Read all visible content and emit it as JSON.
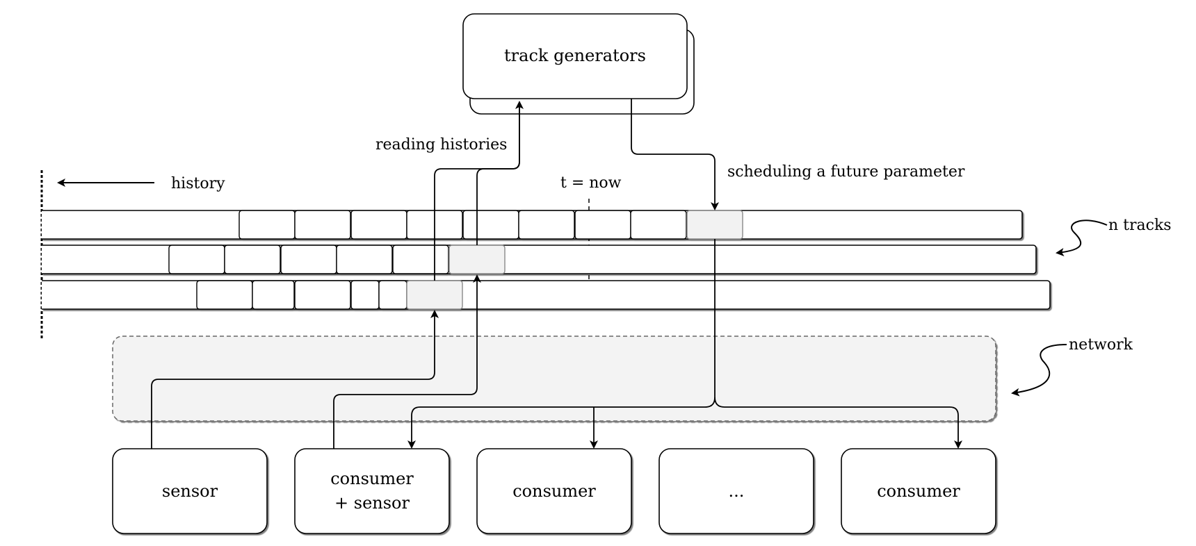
{
  "nodes": {
    "generators": "track generators",
    "sensor": "sensor",
    "consumer_sensor_line1": "consumer",
    "consumer_sensor_line2": "+ sensor",
    "consumer_a": "consumer",
    "ellipsis": "...",
    "consumer_b": "consumer"
  },
  "labels": {
    "history": "history",
    "reading": "reading histories",
    "scheduling": "scheduling a future parameter",
    "now": "t = now",
    "tracks": "n tracks",
    "network": "network"
  }
}
